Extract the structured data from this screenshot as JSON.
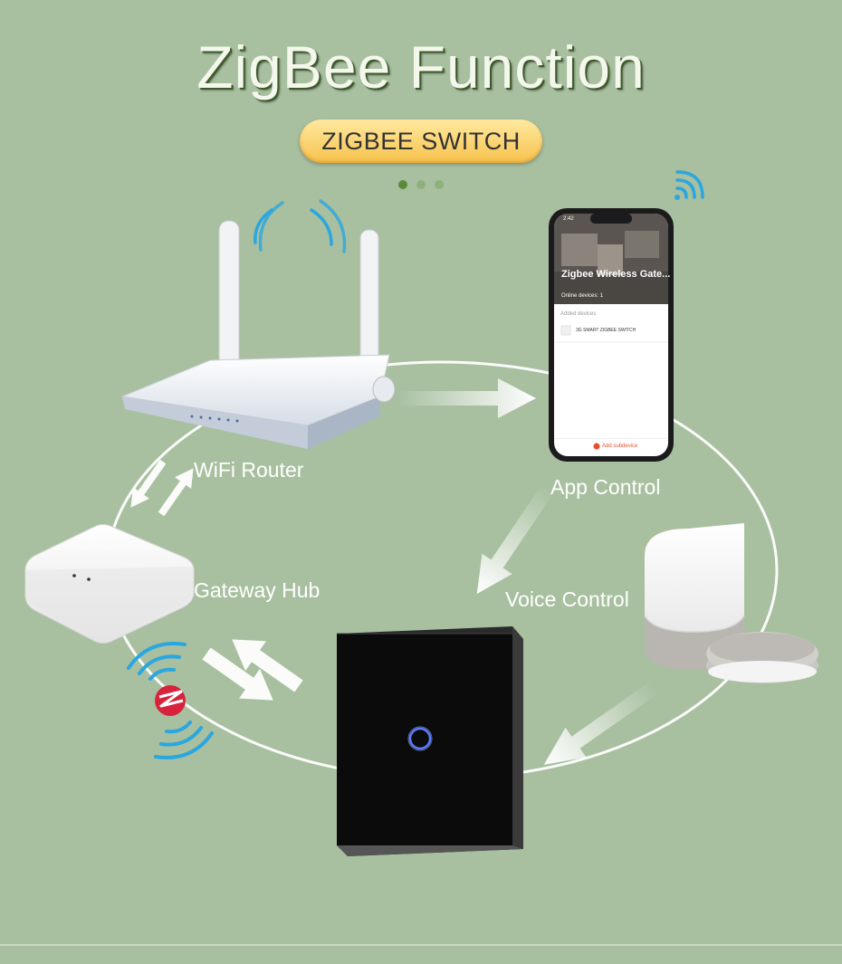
{
  "header": {
    "title": "ZigBee Function",
    "badge": "ZIGBEE SWITCH"
  },
  "labels": {
    "wifi_router": "WiFi Router",
    "app_control": "App Control",
    "gateway_hub": "Gateway Hub",
    "voice_control": "Voice Control"
  },
  "phone_screen": {
    "time": "2:42",
    "app_title": "Zigbee Wireless Gate...",
    "online_devices": "Online devices: 1",
    "section_label": "Added devices",
    "device_name": "3G SMART ZIGBEE SWITCH",
    "add_button": "Add subdevice"
  },
  "colors": {
    "background": "#a8c0a0",
    "badge": "#f7c24c",
    "wifi_waves": "#2aa6e0",
    "zigbee_logo": "#d8233c"
  }
}
